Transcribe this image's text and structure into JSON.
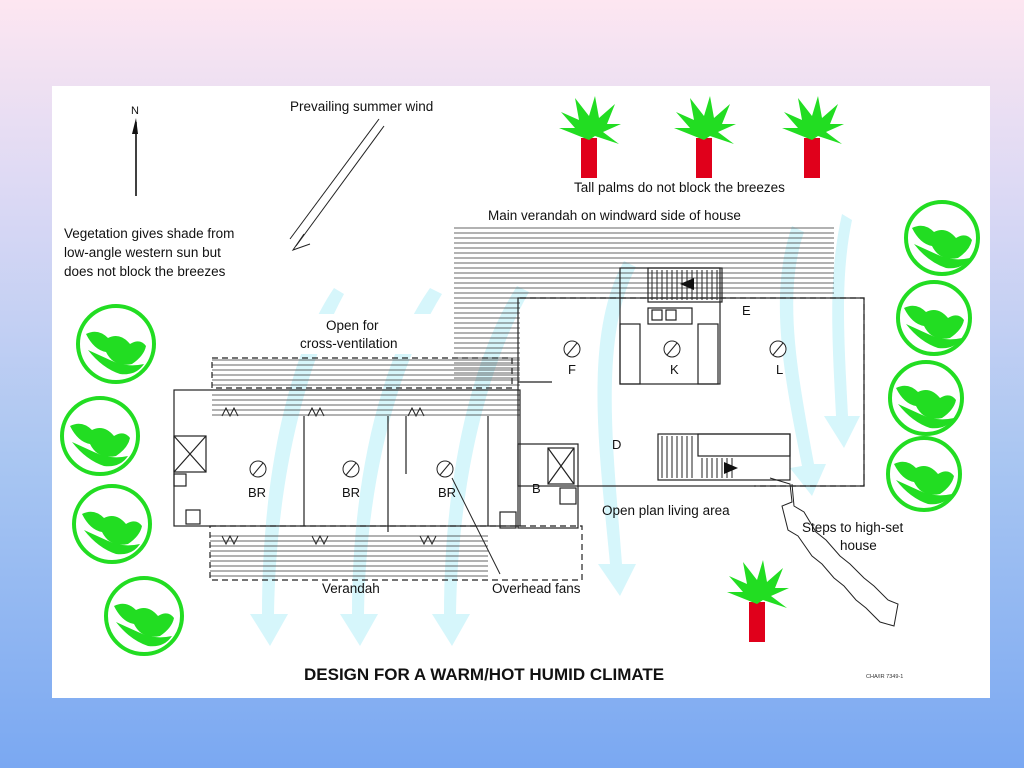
{
  "title": "DESIGN FOR A WARM/HOT HUMID CLIMATE",
  "reference_code": "CHA/IR 7349-1",
  "north_label": "N",
  "labels": {
    "prevailing_wind": "Prevailing summer wind",
    "vegetation": [
      "Vegetation gives shade from",
      "low-angle western sun but",
      "does not block the breezes"
    ],
    "palms": "Tall palms do not block the breezes",
    "main_verandah": "Main verandah on windward side of house",
    "cross_ventilation": [
      "Open for",
      "cross-ventilation"
    ],
    "open_plan": "Open plan living area",
    "steps": [
      "Steps to high-set",
      "house"
    ],
    "overhead_fans": "Overhead fans",
    "verandah": "Verandah"
  },
  "rooms": {
    "br1": "BR",
    "br2": "BR",
    "br3": "BR",
    "b": "B",
    "d": "D",
    "e": "E",
    "f": "F",
    "k": "K",
    "l": "L"
  },
  "colors": {
    "airflow": "#d6f6fb",
    "foliage": "#22dd22",
    "palm_trunk": "#e0001b",
    "linework": "#222222"
  }
}
